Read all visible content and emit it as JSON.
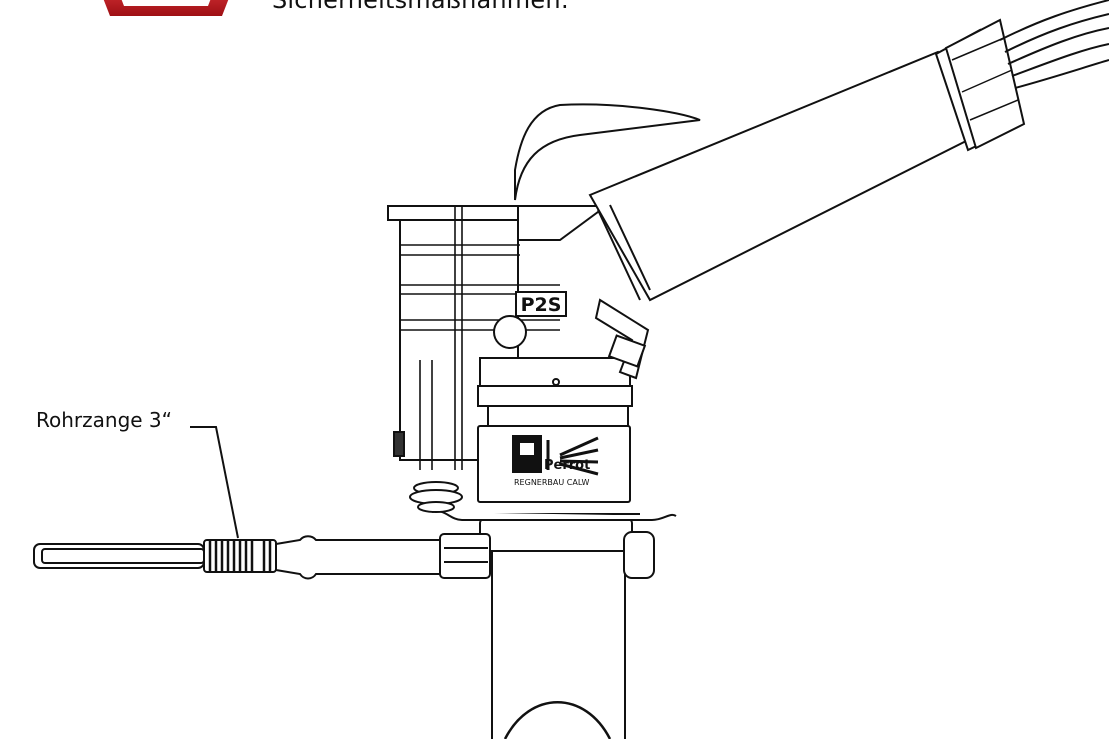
{
  "header": {
    "text": "Sicherheitsmaßnahmen:",
    "warning_icon_color": "#c8161d"
  },
  "callout": {
    "label": "Rohrzange 3“"
  },
  "device": {
    "model_label": "P2S",
    "logo_brand": "Perrot",
    "logo_tagline": "REGNERBAU CALW"
  }
}
